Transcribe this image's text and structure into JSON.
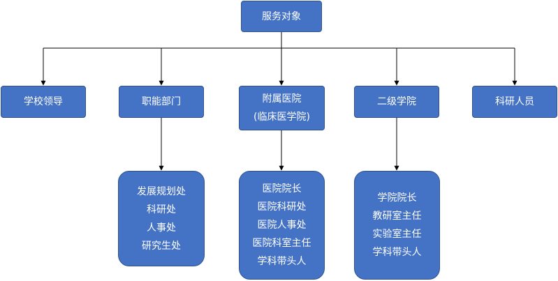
{
  "root": {
    "label": "服务对象"
  },
  "level1": [
    {
      "label": "学校领导"
    },
    {
      "label": "职能部门"
    },
    {
      "label_line1": "附属医院",
      "label_line2": "(临床医学院)"
    },
    {
      "label": "二级学院"
    },
    {
      "label": "科研人员"
    }
  ],
  "functional_list": [
    "发展规划处",
    "科研处",
    "人事处",
    "研究生处"
  ],
  "hospital_list": [
    "医院院长",
    "医院科研处",
    "医院人事处",
    "医院科室主任",
    "学科带头人"
  ],
  "secondary_list": [
    "学院院长",
    "教研室主任",
    "实验室主任",
    "学科带头人"
  ],
  "colors": {
    "node_fill": "#4472c4",
    "node_border": "#2f528f",
    "node_text": "#ffffff",
    "connector": "#000000"
  }
}
